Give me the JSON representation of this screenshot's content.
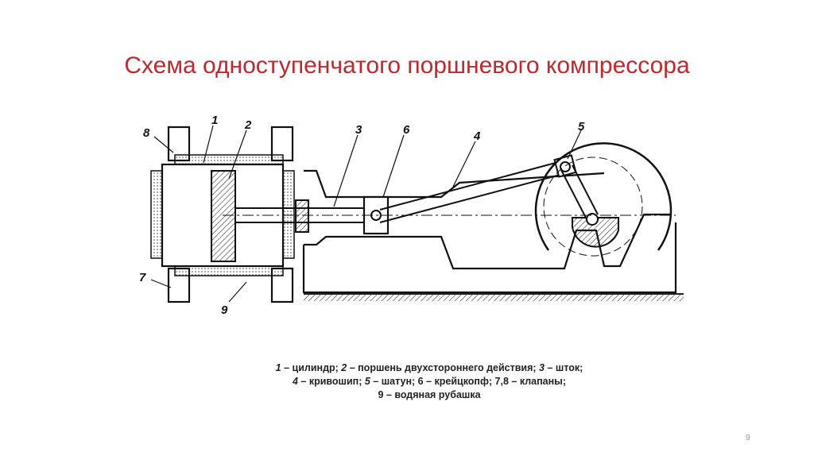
{
  "slide": {
    "title": "Схема одноступенчатого поршневого компрессора",
    "page_number": "9"
  },
  "diagram": {
    "labels": [
      "1",
      "2",
      "3",
      "6",
      "4",
      "5",
      "8",
      "7",
      "9"
    ]
  },
  "caption": {
    "line1": [
      {
        "num": "1",
        "text": " – цилиндр; "
      },
      {
        "num": "2",
        "text": " – поршень двухстороннего действия; "
      },
      {
        "num": "3",
        "text": " – шток;"
      }
    ],
    "line2": [
      {
        "num": "4",
        "text": " – кривошип; "
      },
      {
        "num": "5",
        "text": " – шатун; 6 – крейцкопф; 7,8 – клапаны;"
      }
    ],
    "line3": [
      {
        "num": "",
        "text": "9 – водяная рубашка"
      }
    ]
  }
}
